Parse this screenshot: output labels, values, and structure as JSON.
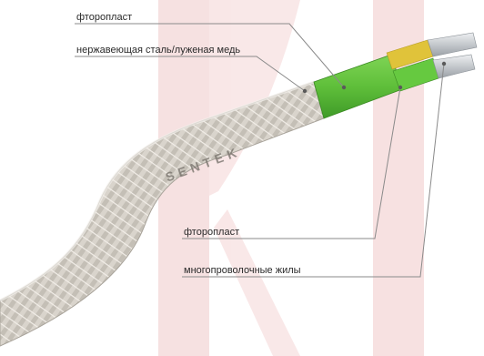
{
  "labels": {
    "outer_insulation": "фторопласт",
    "braid": "нержавеющая сталь/луженая медь",
    "inner_insulation": "фторопласт",
    "conductors": "многопроволочные жилы"
  },
  "logo_text": "SENTEK",
  "colors": {
    "background_logo": "#f0d6d6",
    "braid": "#cfcac2",
    "outer_insulation": "#5fbf3a",
    "inner_insulation_yellow": "#e0c33a",
    "conductor": "#c9ccd0",
    "callout_line": "#8a8a8a",
    "callout_dot": "#5a5a5a"
  }
}
